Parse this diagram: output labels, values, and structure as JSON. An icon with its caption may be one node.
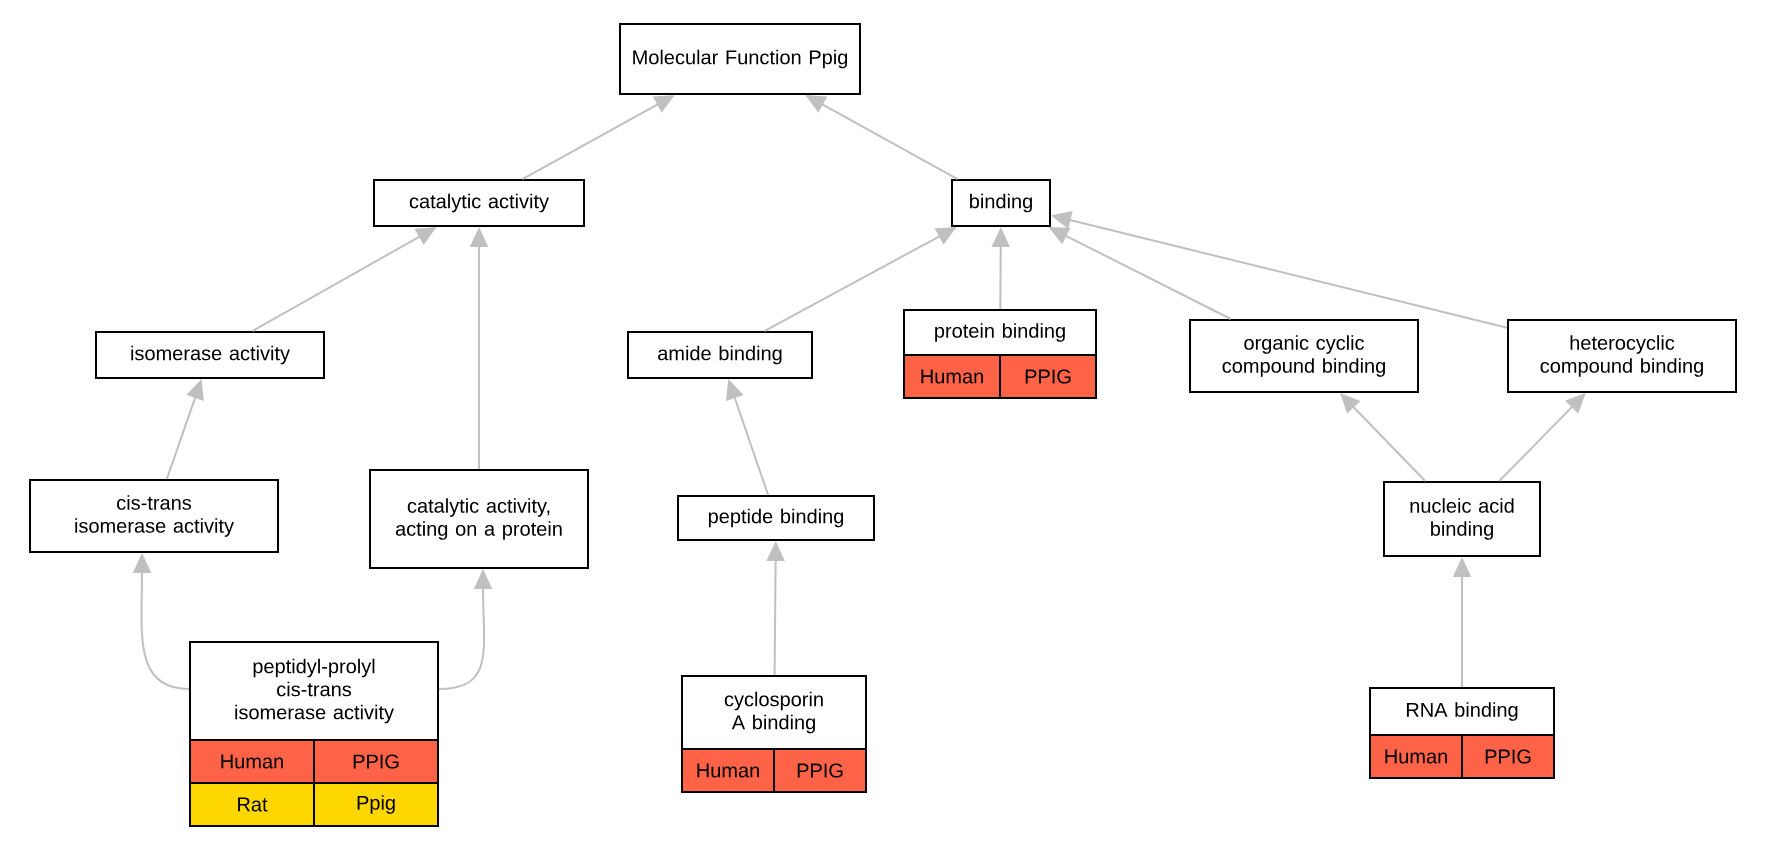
{
  "diagram": {
    "nodes": [
      {
        "text": [
          "Molecular Function Ppig"
        ]
      },
      {
        "text": [
          "catalytic activity"
        ]
      },
      {
        "text": [
          "binding"
        ]
      },
      {
        "text": [
          "isomerase activity"
        ]
      },
      {
        "text": [
          "amide binding"
        ]
      },
      {
        "text": [
          "protein binding",
          "Human",
          "PPIG"
        ]
      },
      {
        "text": [
          "organic cyclic compound binding"
        ]
      },
      {
        "text": [
          "heterocyclic compound binding"
        ]
      },
      {
        "text": [
          "cis-trans isomerase activity"
        ]
      },
      {
        "text": [
          "catalytic activity, acting on a protein"
        ]
      },
      {
        "text": [
          "peptide binding"
        ]
      },
      {
        "text": [
          "nucleic acid binding"
        ]
      },
      {
        "text": [
          "peptidyl-prolyl cis-trans isomerase activity",
          "Human",
          "PPIG",
          "Rat",
          "Ppig"
        ]
      },
      {
        "text": [
          "cyclosporin A binding",
          "Human",
          "PPIG"
        ]
      },
      {
        "text": [
          "RNA binding",
          "Human",
          "PPIG"
        ]
      }
    ],
    "edges": [
      {
        "from": 1,
        "to": 0,
        "arrow": "to"
      },
      {
        "from": 2,
        "to": 0,
        "arrow": "to"
      },
      {
        "from": 3,
        "to": 1,
        "arrow": "to"
      },
      {
        "from": 9,
        "to": 1,
        "arrow": "to"
      },
      {
        "from": 4,
        "to": 2,
        "arrow": "to"
      },
      {
        "from": 5,
        "to": 2,
        "arrow": "to"
      },
      {
        "from": 6,
        "to": 2,
        "arrow": "to"
      },
      {
        "from": 7,
        "to": 2,
        "arrow": "to"
      },
      {
        "from": 8,
        "to": 3,
        "arrow": "to"
      },
      {
        "from": 12,
        "to": 8,
        "arrow": "to"
      },
      {
        "from": 12,
        "to": 9,
        "arrow": "to"
      },
      {
        "from": 10,
        "to": 4,
        "arrow": "to"
      },
      {
        "from": 13,
        "to": 10,
        "arrow": "to"
      },
      {
        "from": 11,
        "to": 6,
        "arrow": "to"
      },
      {
        "from": 11,
        "to": 7,
        "arrow": "to"
      },
      {
        "from": 14,
        "to": 11,
        "arrow": "to"
      }
    ]
  }
}
